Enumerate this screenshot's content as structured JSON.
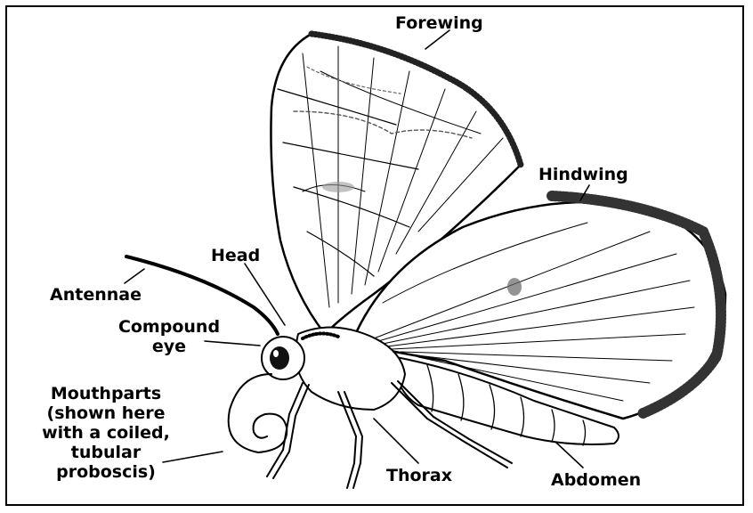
{
  "labels": {
    "forewing": "Forewing",
    "hindwing": "Hindwing",
    "head": "Head",
    "antennae": "Antennae",
    "compound_eye_line1": "Compound",
    "compound_eye_line2": "eye",
    "mouthparts_lines": [
      "Mouthparts",
      "(shown here",
      "with a coiled,",
      "tubular",
      "proboscis)"
    ],
    "thorax": "Thorax",
    "abdomen": "Abdomen"
  }
}
